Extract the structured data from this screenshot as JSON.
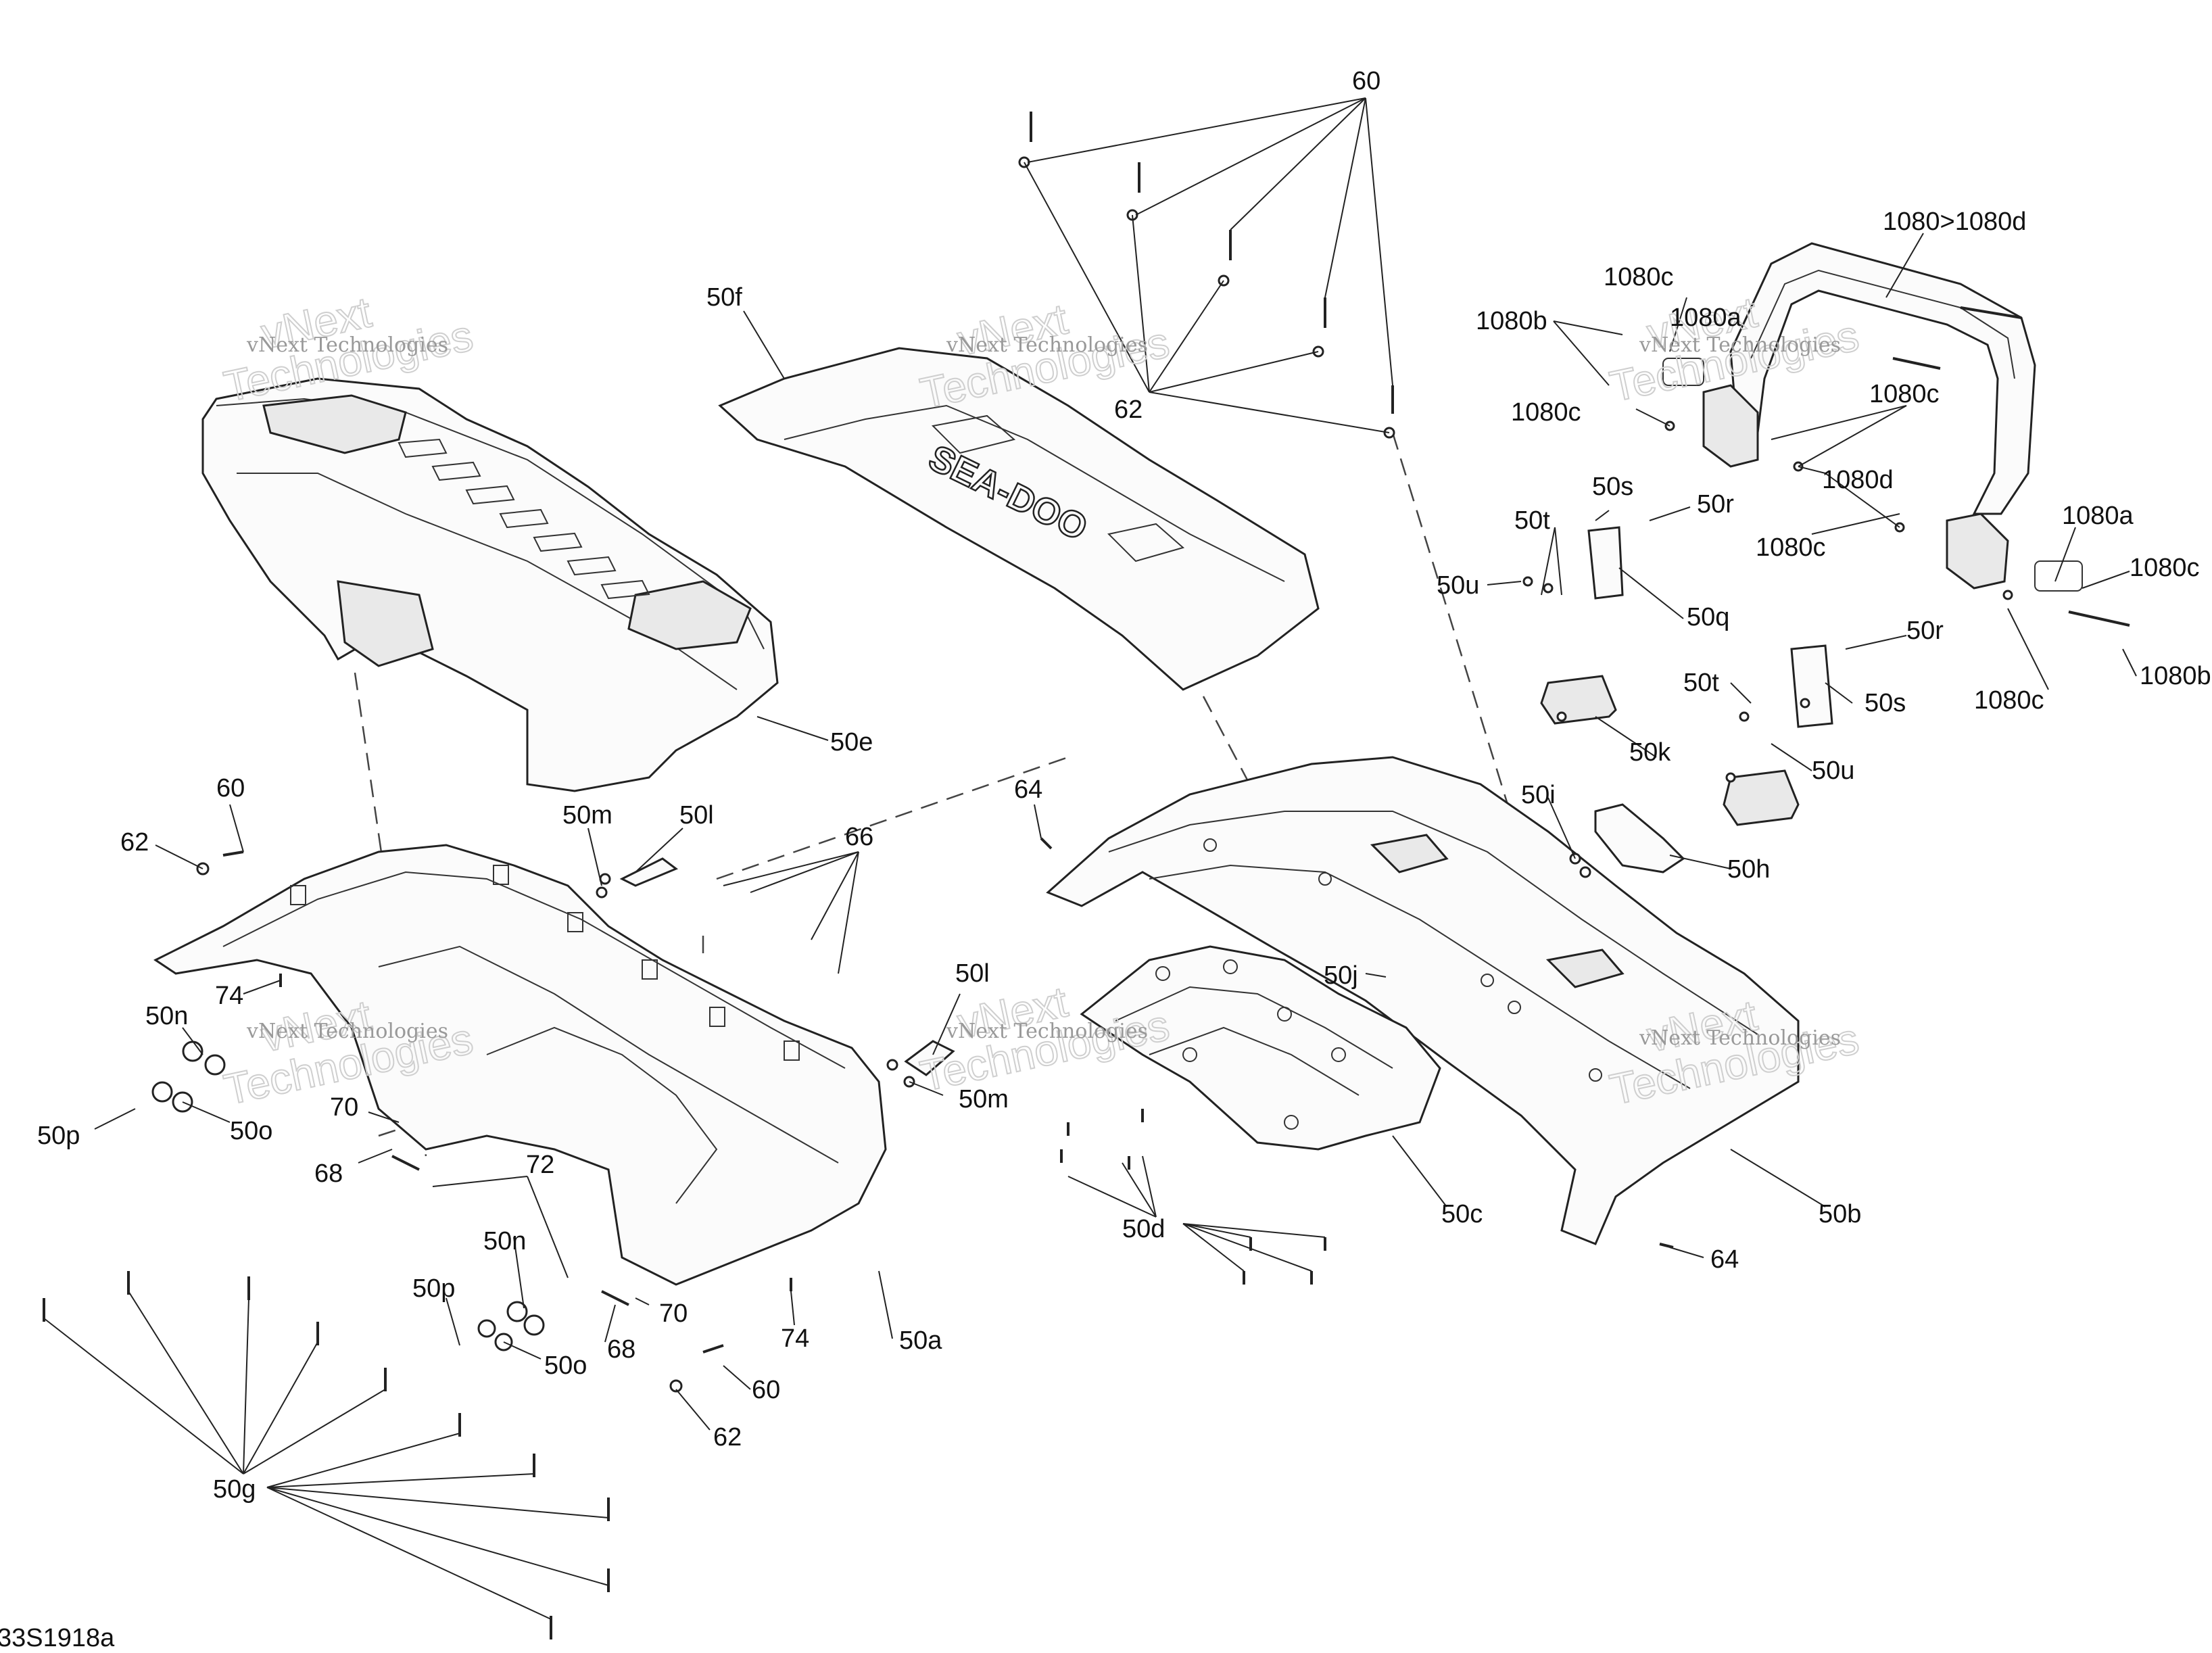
{
  "drawing_id": "33S1918a",
  "watermark": {
    "line1": "vNext",
    "line2": "Technologies",
    "small": "vNext Technologies"
  },
  "callouts": {
    "c60_top": "60",
    "c62_top": "62",
    "c1080": "1080>1080d",
    "c1080c_a": "1080c",
    "c1080a_a": "1080a",
    "c1080b_a": "1080b",
    "c1080c_b": "1080c",
    "c1080c_c": "1080c",
    "c1080d": "1080d",
    "c1080c_d": "1080c",
    "c1080a_b": "1080a",
    "c1080c_e": "1080c",
    "c1080c_f": "1080c",
    "c1080b_b": "1080b",
    "c50f": "50f",
    "c50e": "50e",
    "c50s_a": "50s",
    "c50r_a": "50r",
    "c50t_a": "50t",
    "c50u_a": "50u",
    "c50q": "50q",
    "c50r_b": "50r",
    "c50t_b": "50t",
    "c50s_b": "50s",
    "c50k": "50k",
    "c50u_b": "50u",
    "c50i": "50i",
    "c50h": "50h",
    "c64_a": "64",
    "c50j": "50j",
    "c60_l": "60",
    "c62_l": "62",
    "c50m_a": "50m",
    "c50l_a": "50l",
    "c66": "66",
    "c74_a": "74",
    "c50n_a": "50n",
    "c50p_a": "50p",
    "c50o_a": "50o",
    "c70_a": "70",
    "c68_a": "68",
    "c72": "72",
    "c50l_b": "50l",
    "c50m_b": "50m",
    "c50d": "50d",
    "c50c": "50c",
    "c50b": "50b",
    "c64_b": "64",
    "c50n_b": "50n",
    "c50p_b": "50p",
    "c50o_b": "50o",
    "c70_b": "70",
    "c68_b": "68",
    "c74_b": "74",
    "c50a": "50a",
    "c60_b": "60",
    "c62_b": "62",
    "c50g": "50g"
  }
}
